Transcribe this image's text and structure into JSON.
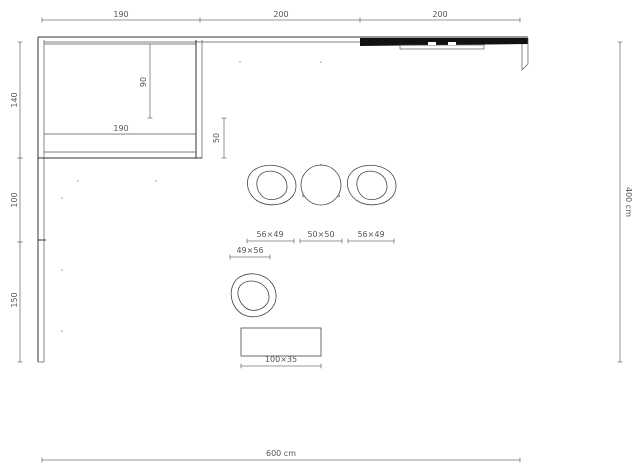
{
  "dimensions": {
    "top_left": "190",
    "top_middle": "200",
    "top_right": "200",
    "left_top": "140",
    "left_middle": "100",
    "left_bottom": "150",
    "right_total": "400 cm",
    "bottom_total": "600 cm",
    "inner_height": "90",
    "inner_width": "190",
    "shelf_height": "50"
  },
  "furniture": {
    "chair_left_size": "56×49",
    "table_round_size": "50×50",
    "chair_right_size": "56×49",
    "chair_lower_size": "49×56",
    "bench_size": "100×35"
  }
}
